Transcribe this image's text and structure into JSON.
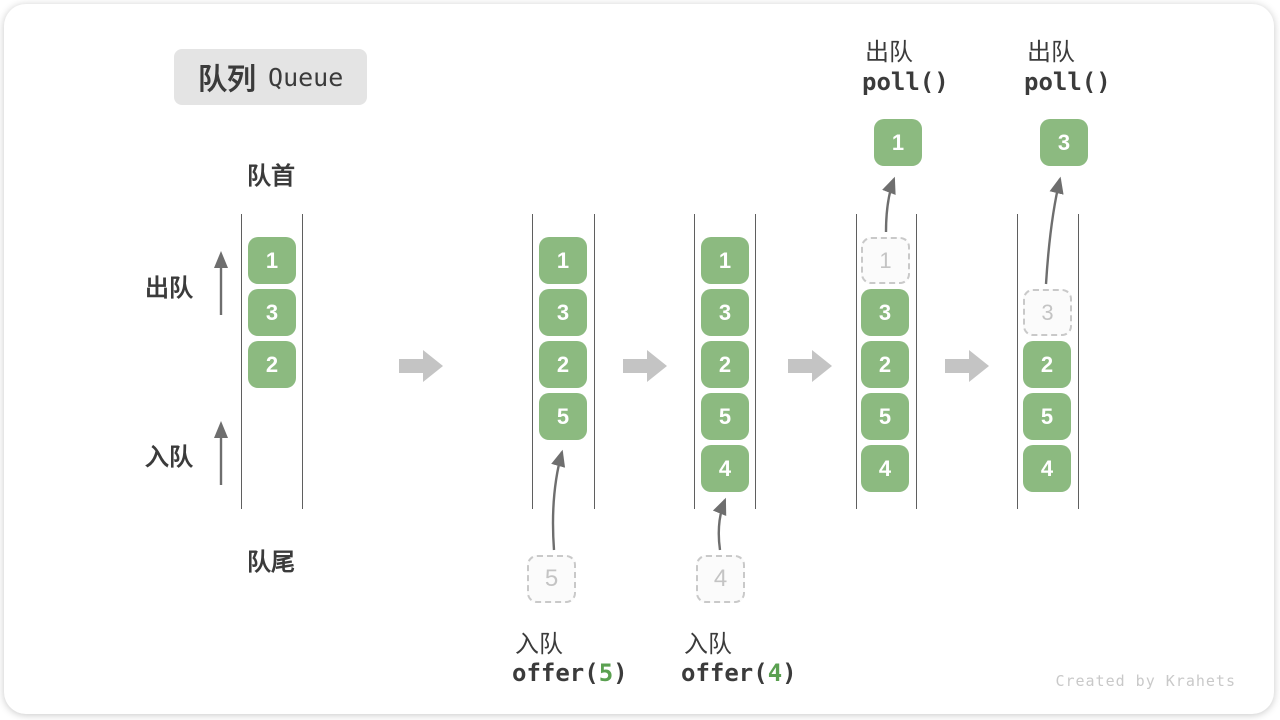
{
  "title": {
    "zh": "队列",
    "en": "Queue"
  },
  "labels": {
    "front": "队首",
    "rear": "队尾",
    "dequeue_side": "出队",
    "enqueue_side": "入队"
  },
  "colors": {
    "item_green": "#8cba80",
    "code_num_green": "#5aa050",
    "text_dark": "#3b3b3b",
    "rail_gray": "#5f5f5f",
    "block_arrow_gray": "#c4c4c4",
    "ghost_gray": "#c9c9c9"
  },
  "states": [
    {
      "slots": [
        "1",
        "3",
        "2"
      ]
    },
    {
      "slots": [
        "1",
        "3",
        "2",
        "5"
      ],
      "incoming": "5"
    },
    {
      "slots": [
        "1",
        "3",
        "2",
        "5",
        "4"
      ],
      "incoming": "4"
    },
    {
      "ghost": "1",
      "slots": [
        "3",
        "2",
        "5",
        "4"
      ],
      "popped": "1"
    },
    {
      "ghost": "3",
      "slots": [
        "2",
        "5",
        "4"
      ],
      "popped": "3"
    }
  ],
  "ops": {
    "enqueue1": {
      "label": "入队",
      "code_pre": "offer(",
      "num": "5",
      "code_post": ")"
    },
    "enqueue2": {
      "label": "入队",
      "code_pre": "offer(",
      "num": "4",
      "code_post": ")"
    },
    "dequeue1": {
      "label": "出队",
      "code": "poll()"
    },
    "dequeue2": {
      "label": "出队",
      "code": "poll()"
    }
  },
  "watermark": "Created by Krahets"
}
